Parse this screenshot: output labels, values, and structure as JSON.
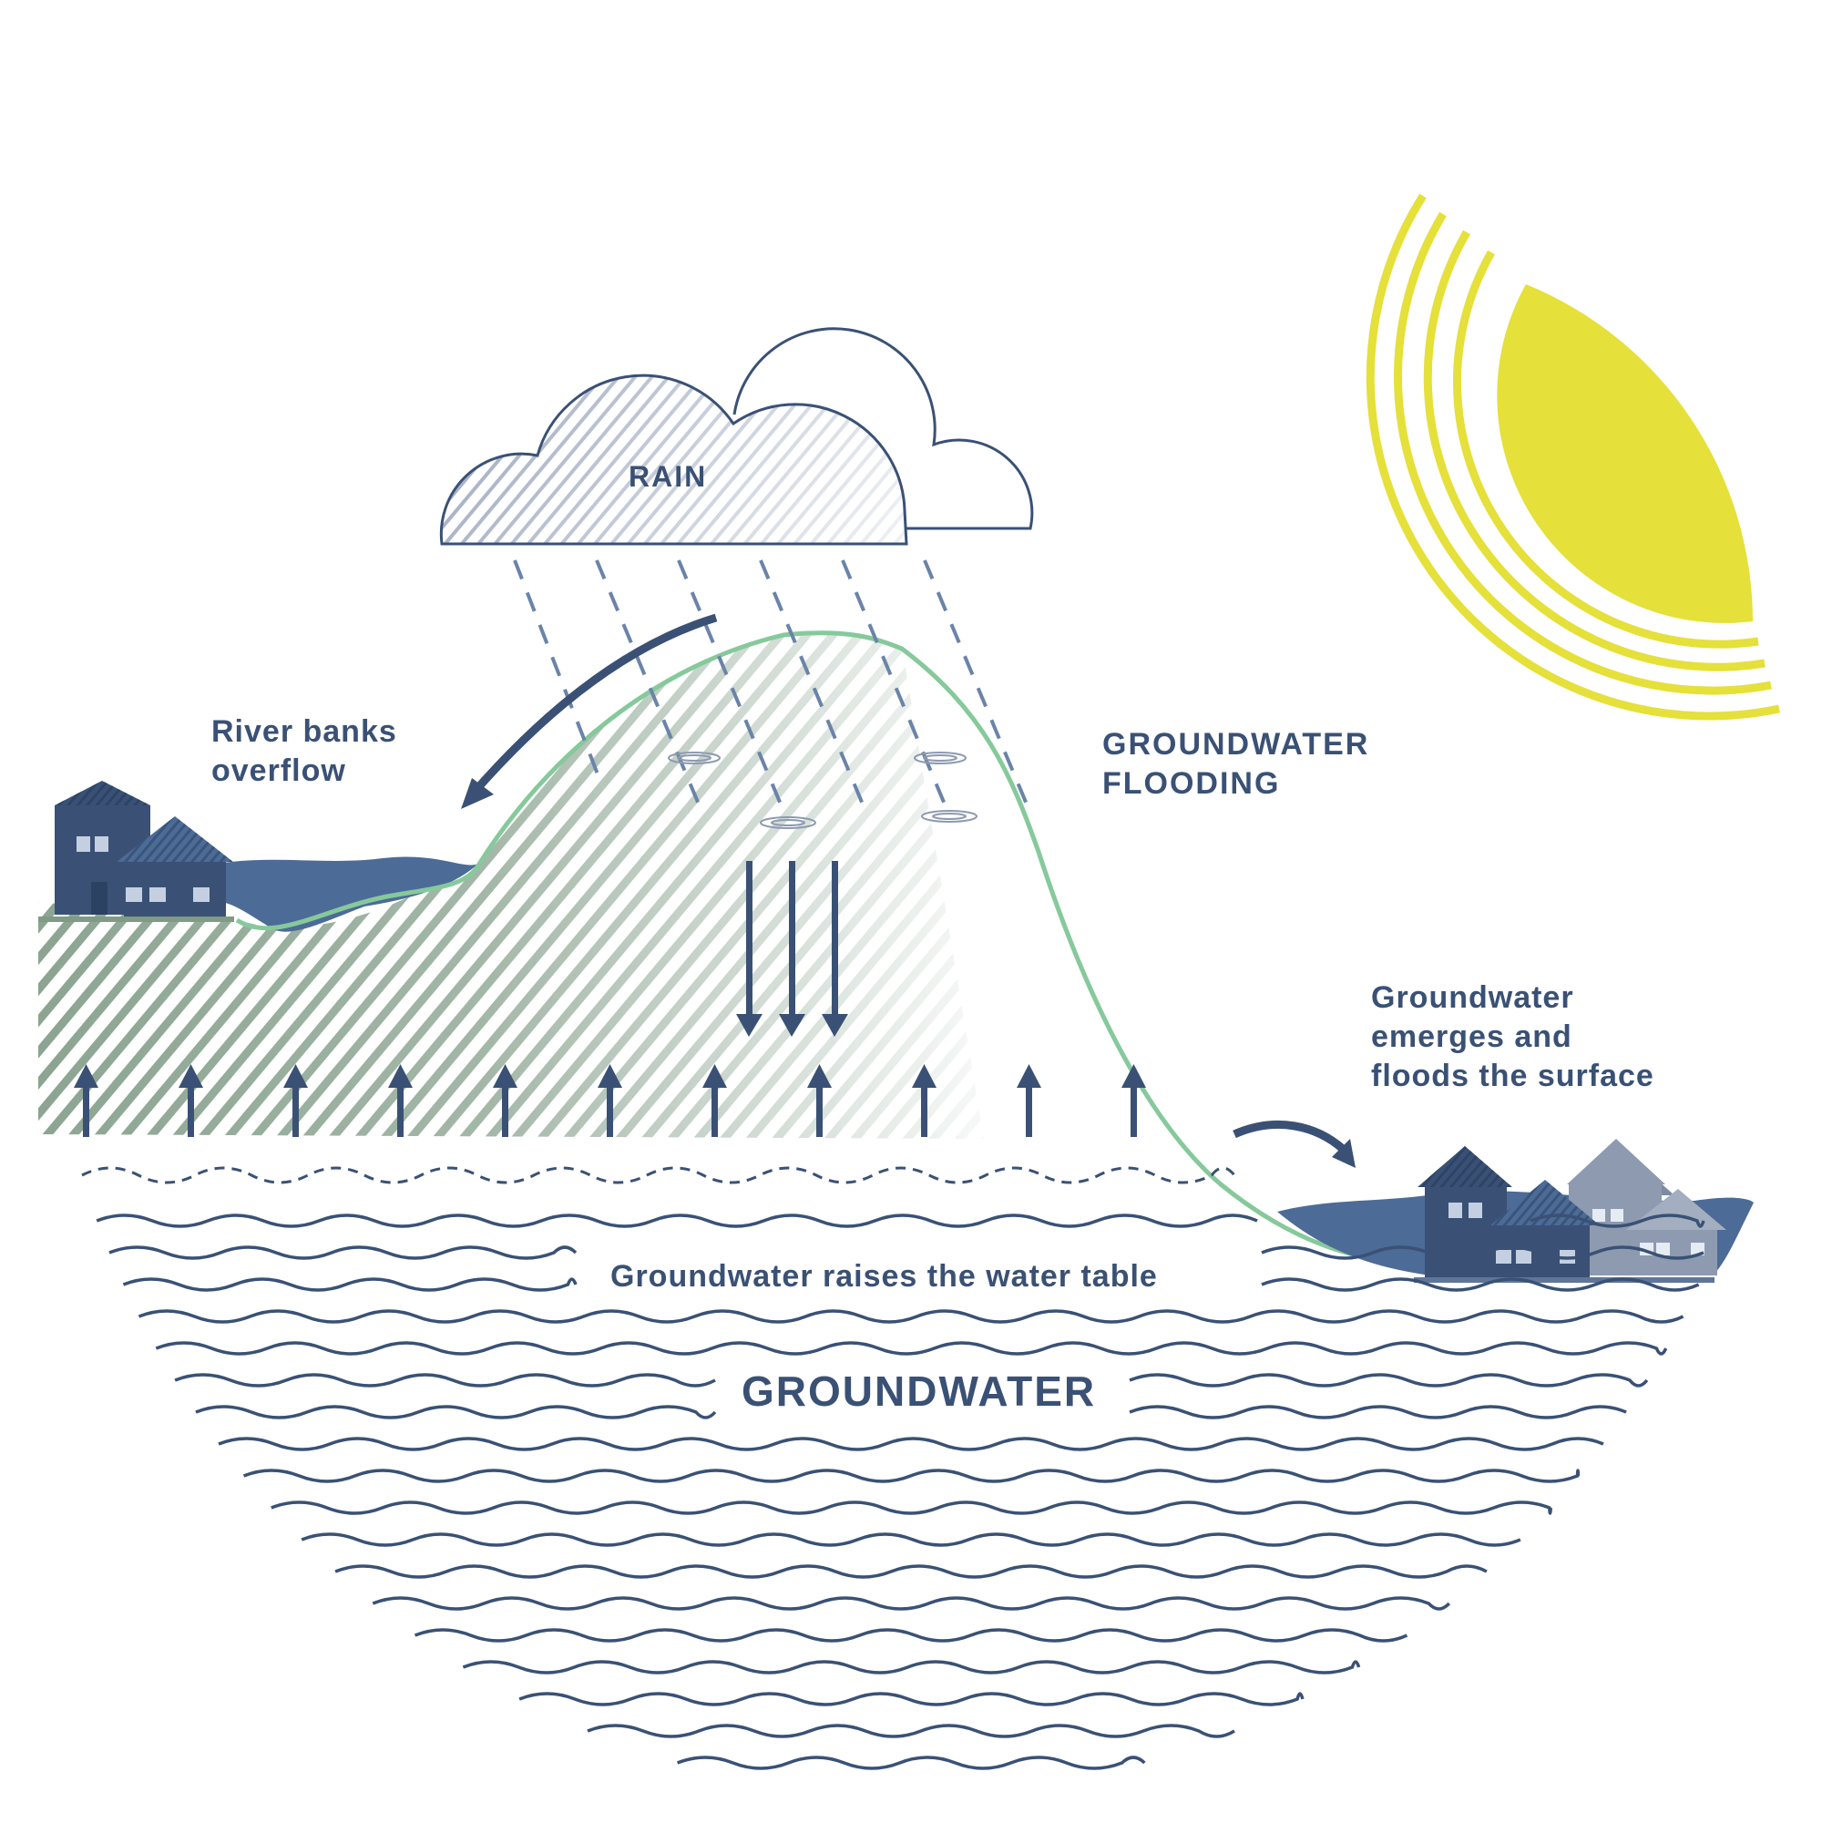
{
  "colors": {
    "navy": "#3a5175",
    "slate": "#5f7698",
    "water": "#4c6b97",
    "hill_line": "#86c99b",
    "hatch_green": "#7f9b86",
    "sun": "#e5e03a",
    "house_light": "#8d9ab0"
  },
  "labels": {
    "rain": "RAIN",
    "river_overflow": [
      "River banks",
      "overflow"
    ],
    "gw_flooding": [
      "GROUNDWATER",
      "FLOODING"
    ],
    "gw_emerges": [
      "Groundwater",
      "emerges and",
      "floods the surface"
    ],
    "water_table": "Groundwater raises the water table",
    "groundwater": "GROUNDWATER"
  },
  "icons": [
    "cloud-icon",
    "sun-icon",
    "house-icon",
    "rain-drop-icon",
    "puddle-icon",
    "arrow-up-icon",
    "arrow-down-icon",
    "curved-arrow-icon",
    "wave-icon"
  ]
}
